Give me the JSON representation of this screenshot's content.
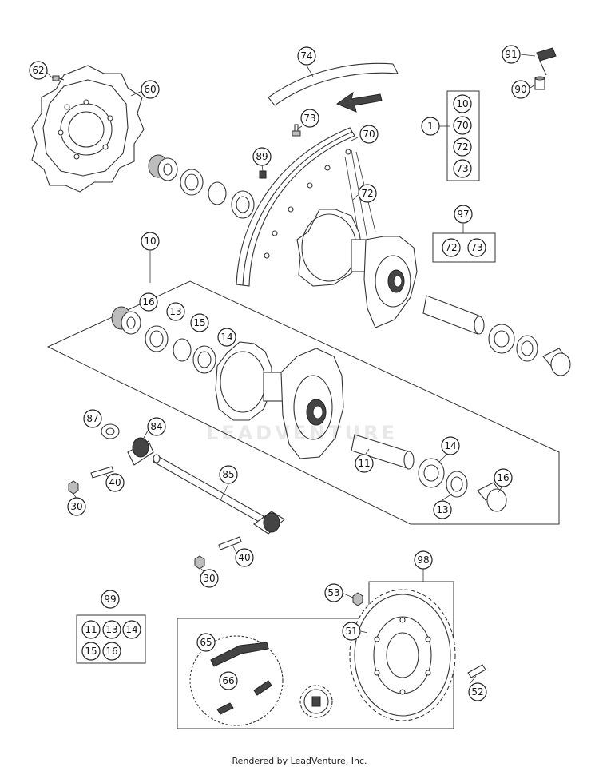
{
  "footer": "Rendered by LeadVenture, Inc.",
  "watermark": "LEADVENTURE",
  "callouts": {
    "c62": "62",
    "c60": "60",
    "c74": "74",
    "c73a": "73",
    "c70": "70",
    "c89": "89",
    "c72a": "72",
    "c91": "91",
    "c90": "90",
    "c1": "1",
    "k1_10": "10",
    "k1_70": "70",
    "k1_72": "72",
    "k1_73": "73",
    "c97": "97",
    "k97_72": "72",
    "k97_73": "73",
    "c10": "10",
    "c16a": "16",
    "c13a": "13",
    "c15": "15",
    "c14a": "14",
    "c87": "87",
    "c84": "84",
    "c40a": "40",
    "c30a": "30",
    "c85": "85",
    "c40b": "40",
    "c30b": "30",
    "c11": "11",
    "c14b": "14",
    "c16b": "16",
    "c13b": "13",
    "c99": "99",
    "k99_11": "11",
    "k99_13": "13",
    "k99_14": "14",
    "k99_15": "15",
    "k99_16": "16",
    "c98": "98",
    "c53": "53",
    "c51": "51",
    "c65": "65",
    "c66": "66",
    "c52": "52"
  }
}
